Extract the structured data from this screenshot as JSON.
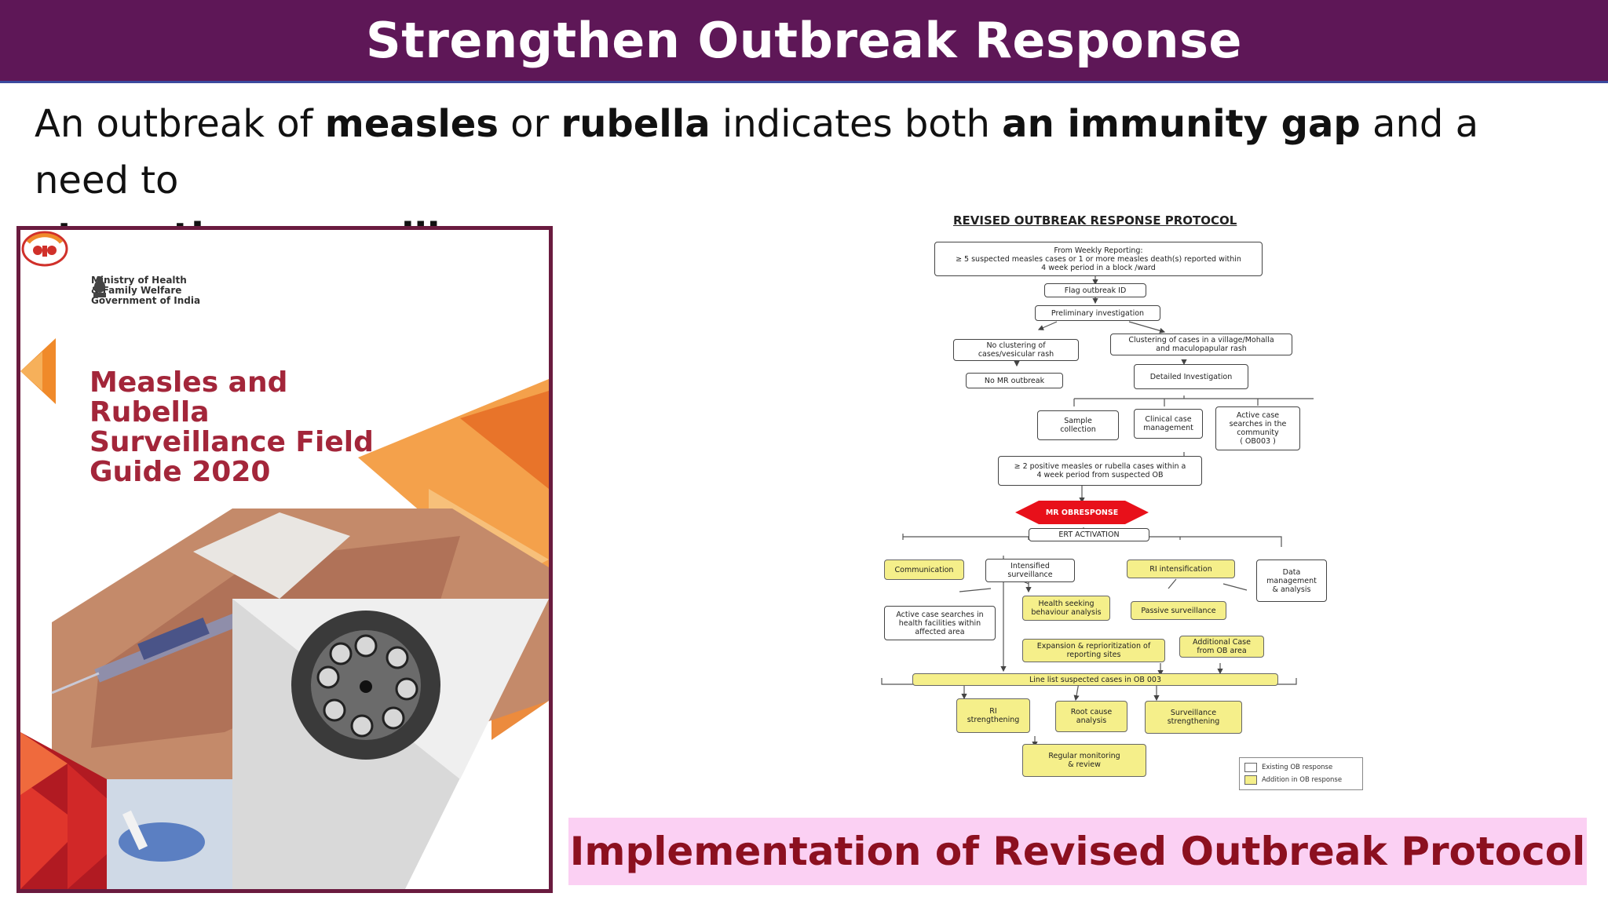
{
  "header": {
    "title": "Strengthen Outbreak Response"
  },
  "intro": {
    "t1": "An outbreak of ",
    "b1": "measles",
    "t2": " or ",
    "b2": "rubella",
    "t3": " indicates both ",
    "b3": "an immunity gap",
    "t4": " and a need to ",
    "b4": "strengthen surveillance",
    "t5": "."
  },
  "cover": {
    "ministry_lines": [
      "Ministry of Health",
      "& Family Welfare",
      "Government of India"
    ],
    "title_lines": [
      "Measles and",
      "Rubella",
      "Surveillance Field",
      "Guide 2020"
    ]
  },
  "flowchart": {
    "title": "REVISED OUTBREAK RESPONSE PROTOCOL",
    "weekly_reporting": [
      "From Weekly Reporting:",
      "≥ 5 suspected measles cases  or 1 or more measles death(s) reported within",
      "4 week period  in a block /ward"
    ],
    "flag_outbreak": "Flag outbreak  ID",
    "preliminary": "Preliminary investigation",
    "no_clustering": [
      "No clustering  of",
      "cases/vesicular rash"
    ],
    "clustering": [
      "Clustering of cases in a village/Mohalla",
      "and  maculopapular rash"
    ],
    "no_mr": "No MR outbreak",
    "detailed": "Detailed Investigation",
    "sample": [
      "Sample",
      "collection"
    ],
    "clinical": [
      "Clinical case",
      "management"
    ],
    "active_community": [
      "Active case",
      "searches in the",
      "community",
      "( OB003 )"
    ],
    "positive": [
      "≥ 2  positive measles or rubella cases within a",
      "4 week period from suspected OB"
    ],
    "response": [
      "MR OB",
      "RESPONSE"
    ],
    "ert": "ERT ACTIVATION",
    "communication": "Communication",
    "intensified": [
      "Intensified",
      "surveillance"
    ],
    "ri_intensification": "RI intensification",
    "data_mgmt": [
      "Data",
      "management",
      "& analysis"
    ],
    "active_facilities": [
      "Active case searches in",
      "health facilities within",
      "affected area"
    ],
    "health_seeking": [
      "Health seeking",
      "behaviour analysis"
    ],
    "passive": "Passive surveillance",
    "expansion": [
      "Expansion & reprioritization of",
      "reporting sites"
    ],
    "additional": [
      "Additional Case",
      "from OB area"
    ],
    "line_list": "Line list suspected cases  in OB 003",
    "ri_strengthening": [
      "RI",
      "strengthening"
    ],
    "root_cause": [
      "Root cause",
      "analysis"
    ],
    "surv_strengthening": [
      "Surveillance",
      "strengthening"
    ],
    "regular_monitoring": [
      "Regular monitoring",
      "& review"
    ],
    "legend": {
      "existing": "Existing  OB response",
      "addition": "Addition in OB response"
    },
    "colors": {
      "highlight": "#f5ef8a",
      "response": "#e8101a"
    }
  },
  "caption": "Implementation of Revised Outbreak Protocol",
  "colors": {
    "title_bar": "#5e1757",
    "caption_bg": "#fbd0f3",
    "caption_text": "#8c1020",
    "cover_title": "#a3263a"
  }
}
